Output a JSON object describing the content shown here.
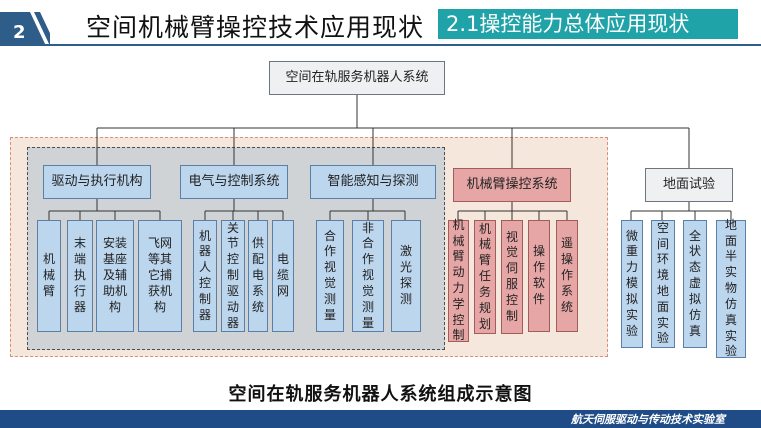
{
  "header": {
    "section_number": "2",
    "title": "空间机械臂操控技术应用现状",
    "subtitle": "2.1操控能力总体应用现状"
  },
  "diagram": {
    "root": "空间在轨服务机器人系统",
    "groups": {
      "drive": "驱动与执行机构",
      "electric": "电气与控制系统",
      "sensing": "智能感知与探测",
      "arm": "机械臂操控系统",
      "ground": "地面试验"
    },
    "leaves": {
      "drive": [
        "机械臂",
        "末端执行器",
        "安装基座及辅助机构",
        "飞网等其它捕获机构"
      ],
      "electric": [
        "机器人控制器",
        "关节控制驱动器",
        "供配电系统",
        "电缆网"
      ],
      "sensing": [
        "合作视觉测量",
        "非合作视觉测量",
        "激光探测"
      ],
      "arm": [
        "机械臂动力学控制",
        "机械臂任务规划",
        "视觉伺服控制",
        "操作软件",
        "遥操作系统"
      ],
      "ground": [
        "微重力模拟实验",
        "空间环境地面实验",
        "全状态虚拟仿真",
        "地面半实物仿真实验"
      ]
    }
  },
  "caption": "空间在轨服务机器人系统组成示意图",
  "footer": "航天伺服驱动与传动技术实验室",
  "colors": {
    "header_teal": "#1fa3a8",
    "header_navy": "#2f5d8a",
    "blue_box": "#bcd6ee",
    "pink_box": "#e7a6a6",
    "footer": "#1f4c86"
  }
}
